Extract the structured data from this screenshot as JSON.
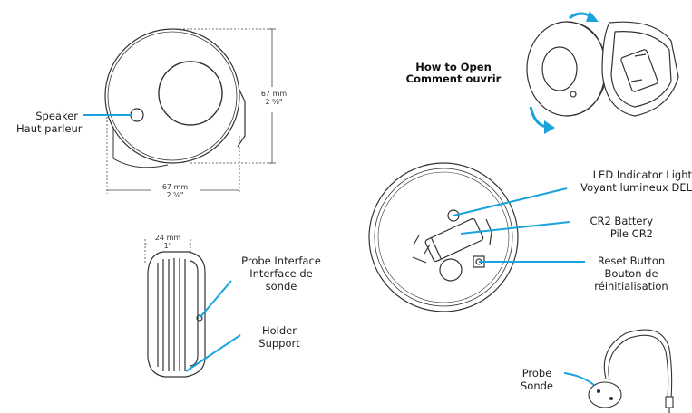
{
  "colors": {
    "accent": "#1aa3dc",
    "outline": "#333333"
  },
  "top_device": {
    "speaker": {
      "line1": "Speaker",
      "line2": "Haut parleur"
    },
    "height_dim": {
      "mm": "67 mm",
      "inch": "2 ⅝\""
    },
    "width_dim": {
      "mm": "67 mm",
      "inch": "2 ⅝\""
    }
  },
  "side_device": {
    "depth_dim": {
      "mm": "24 mm",
      "inch": "1\""
    },
    "probe_interface": {
      "line1": "Probe Interface",
      "line2": "Interface de",
      "line3": "sonde"
    },
    "holder": {
      "line1": "Holder",
      "line2": "Support"
    }
  },
  "how_to_open": {
    "line1": "How to Open",
    "line2": "Comment ouvrir"
  },
  "inside_device": {
    "led": {
      "line1": "LED Indicator Light",
      "line2": "Voyant lumineux DEL"
    },
    "battery": {
      "line1": "CR2 Battery",
      "line2": "Pile CR2"
    },
    "reset": {
      "line1": "Reset Button",
      "line2": "Bouton de",
      "line3": "réinitialisation"
    }
  },
  "probe": {
    "line1": "Probe",
    "line2": "Sonde"
  }
}
